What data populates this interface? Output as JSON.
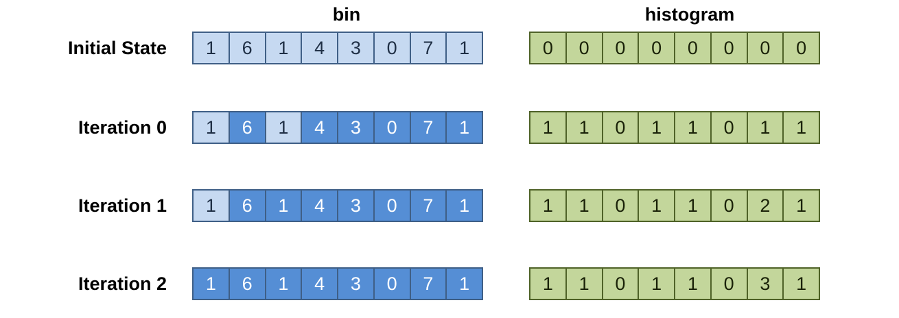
{
  "headers": {
    "bin": "bin",
    "histogram": "histogram"
  },
  "colors": {
    "bin_light": "#c6d9f1",
    "bin_dark": "#558ed5",
    "bin_border": "#3f5f86",
    "hist_fill": "#c3d69b",
    "hist_border": "#4f6228"
  },
  "rows": [
    {
      "label": "Initial State",
      "bin": [
        "1",
        "6",
        "1",
        "4",
        "3",
        "0",
        "7",
        "1"
      ],
      "bin_processed": [
        false,
        false,
        false,
        false,
        false,
        false,
        false,
        false
      ],
      "histogram": [
        "0",
        "0",
        "0",
        "0",
        "0",
        "0",
        "0",
        "0"
      ]
    },
    {
      "label": "Iteration 0",
      "bin": [
        "1",
        "6",
        "1",
        "4",
        "3",
        "0",
        "7",
        "1"
      ],
      "bin_processed": [
        false,
        true,
        false,
        true,
        true,
        true,
        true,
        true
      ],
      "histogram": [
        "1",
        "1",
        "0",
        "1",
        "1",
        "0",
        "1",
        "1"
      ]
    },
    {
      "label": "Iteration 1",
      "bin": [
        "1",
        "6",
        "1",
        "4",
        "3",
        "0",
        "7",
        "1"
      ],
      "bin_processed": [
        false,
        true,
        true,
        true,
        true,
        true,
        true,
        true
      ],
      "histogram": [
        "1",
        "1",
        "0",
        "1",
        "1",
        "0",
        "2",
        "1"
      ]
    },
    {
      "label": "Iteration 2",
      "bin": [
        "1",
        "6",
        "1",
        "4",
        "3",
        "0",
        "7",
        "1"
      ],
      "bin_processed": [
        true,
        true,
        true,
        true,
        true,
        true,
        true,
        true
      ],
      "histogram": [
        "1",
        "1",
        "0",
        "1",
        "1",
        "0",
        "3",
        "1"
      ]
    }
  ]
}
